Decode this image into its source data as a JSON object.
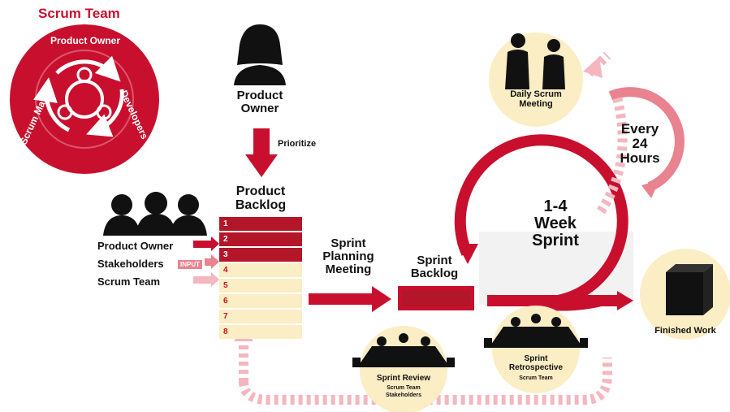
{
  "title": "Scrum Team",
  "team_circle": {
    "top": "Product Owner",
    "right": "Developers",
    "left": "Scrum Master"
  },
  "product_owner": "Product\nOwner",
  "prioritize": "Prioritize",
  "product_backlog": "Product\nBacklog",
  "backlog_rows": [
    "1",
    "2",
    "3",
    "4",
    "5",
    "6",
    "7",
    "8"
  ],
  "inputs": {
    "product_owner": "Product Owner",
    "stakeholders": "Stakeholders",
    "input_badge": "INPUT",
    "scrum_team": "Scrum Team"
  },
  "sprint_planning": "Sprint\nPlanning\nMeeting",
  "sprint_backlog": "Sprint\nBacklog",
  "sprint_length": "1-4\nWeek\nSprint",
  "every_24": "Every\n24\nHours",
  "daily_scrum": "Daily Scrum\nMeeting",
  "finished_work": "Finished Work",
  "sprint_review": {
    "title": "Sprint Review",
    "sub1": "Scrum Team",
    "sub2": "Stakeholders"
  },
  "sprint_retro": {
    "title": "Sprint\nRetrospective",
    "sub": "Scrum Team"
  },
  "colors": {
    "red": "#c8102e",
    "dark_red": "#b31628",
    "pink": "#f4b6bf",
    "cream": "#fbedc4"
  }
}
